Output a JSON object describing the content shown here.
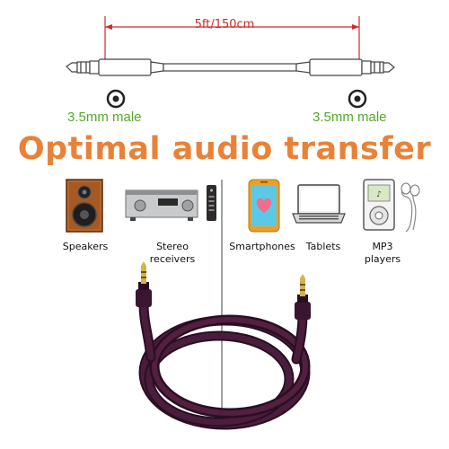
{
  "dimension": {
    "text": "5ft/150cm",
    "color": "#cc2b2b"
  },
  "connectors": {
    "left_label": "3.5mm male",
    "right_label": "3.5mm male",
    "label_color": "#54a82a"
  },
  "headline": {
    "text": "Optimal audio transfer",
    "color": "#e98237"
  },
  "devices": [
    {
      "label_line1": "Speakers",
      "label_line2": "",
      "icon": "speaker-icon"
    },
    {
      "label_line1": "Stereo",
      "label_line2": "receivers",
      "icon": "stereo-receiver-icon"
    },
    {
      "label_line1": "Smartphones",
      "label_line2": "",
      "icon": "smartphone-icon"
    },
    {
      "label_line1": "Tablets",
      "label_line2": "",
      "icon": "laptop-icon"
    },
    {
      "label_line1": "MP3",
      "label_line2": "players",
      "icon": "mp3-player-icon"
    }
  ],
  "cable": {
    "color": "#3a1530",
    "plug_color": "#d6b24a"
  }
}
